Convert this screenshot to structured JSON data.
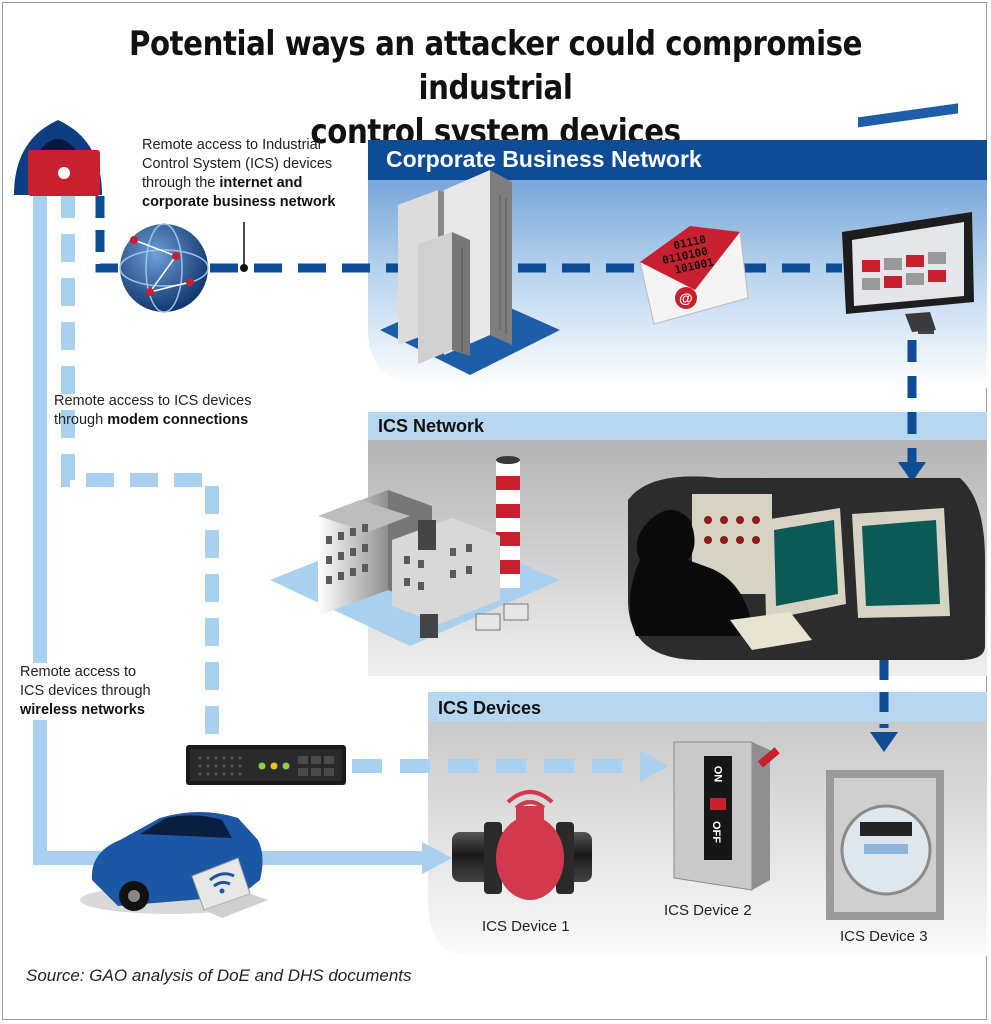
{
  "title": {
    "line1": "Potential ways an attacker could compromise industrial",
    "line2": "control system devices"
  },
  "captions": {
    "internet": {
      "line1": "Remote access to Industrial",
      "line2": "Control System (ICS) devices",
      "line3_plain": "through the ",
      "line3_bold": "internet and",
      "line4_bold": "corporate business network"
    },
    "modem": {
      "line1": "Remote access to ICS devices",
      "line2_plain": "through ",
      "line2_bold": "modem connections"
    },
    "wireless": {
      "line1": "Remote access  to",
      "line2": "ICS devices  through",
      "line3_bold": "wireless networks"
    }
  },
  "sections": {
    "corporate": "Corporate Business Network",
    "ics_network": "ICS Network",
    "ics_devices": "ICS Devices"
  },
  "devices": {
    "device1": "ICS Device 1",
    "device2": "ICS Device 2",
    "device3": "ICS Device 3"
  },
  "email_bits": [
    "01110",
    "0110100",
    "101001"
  ],
  "switch_labels": {
    "on": "ON",
    "off": "OFF"
  },
  "source": "Source: GAO analysis of DoE and DHS documents",
  "colors": {
    "dark_blue": "#0e4c96",
    "light_blue": "#a9d0ee",
    "band_light": "#b7d7f0",
    "accent_red": "#c8202f"
  }
}
